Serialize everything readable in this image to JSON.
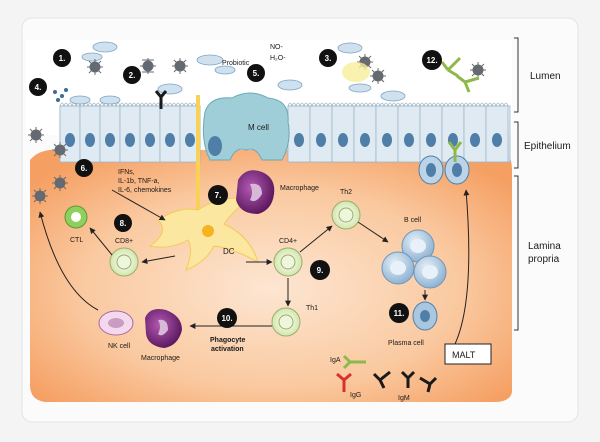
{
  "steps": [
    "1.",
    "2.",
    "3.",
    "4.",
    "5.",
    "6.",
    "7.",
    "8.",
    "9.",
    "10.",
    "11.",
    "12."
  ],
  "regions": {
    "lumen": "Lumen",
    "epithelium": "Epithelium",
    "lamina_line1": "Lamina",
    "lamina_line2": "propria"
  },
  "labels": {
    "probiotic": "Probiotic",
    "no": "NO-",
    "h2o": "H₂O-",
    "m_cell": "M cell",
    "ifn_line1": "IFNs,",
    "ifn_line2": "IL-1b, TNF-a,",
    "ifn_line3": "IL-6, chemokines",
    "macrophage_top": "Macrophage",
    "dc": "DC",
    "ctl": "CTL",
    "cd8": "CD8+",
    "cd4": "CD4+",
    "th2": "Th2",
    "th1": "Th1",
    "b_cell": "B cell",
    "nk_cell": "NK cell",
    "macrophage_bottom": "Macrophage",
    "phago_line1": "Phagocyte",
    "phago_line2": "activation",
    "plasma_cell": "Plasma cell",
    "malt": "MALT",
    "iga": "IgA",
    "igg": "IgG",
    "igm": "IgM"
  },
  "colors": {
    "lamina_orange": "#f7b98a",
    "epithelium_blue": "#dbe8f1",
    "m_cell_teal": "#9fcdd8",
    "macrophage_purple": "#7a2a7a",
    "dc_yellow": "#f7d257",
    "t_cell_green": "#d9e9b4",
    "b_cell_blue": "#aac7e0",
    "iga_green": "#8cb94a",
    "igg_red": "#d8322c",
    "igm_black": "#1a1a1a",
    "badge_black": "#111111"
  }
}
